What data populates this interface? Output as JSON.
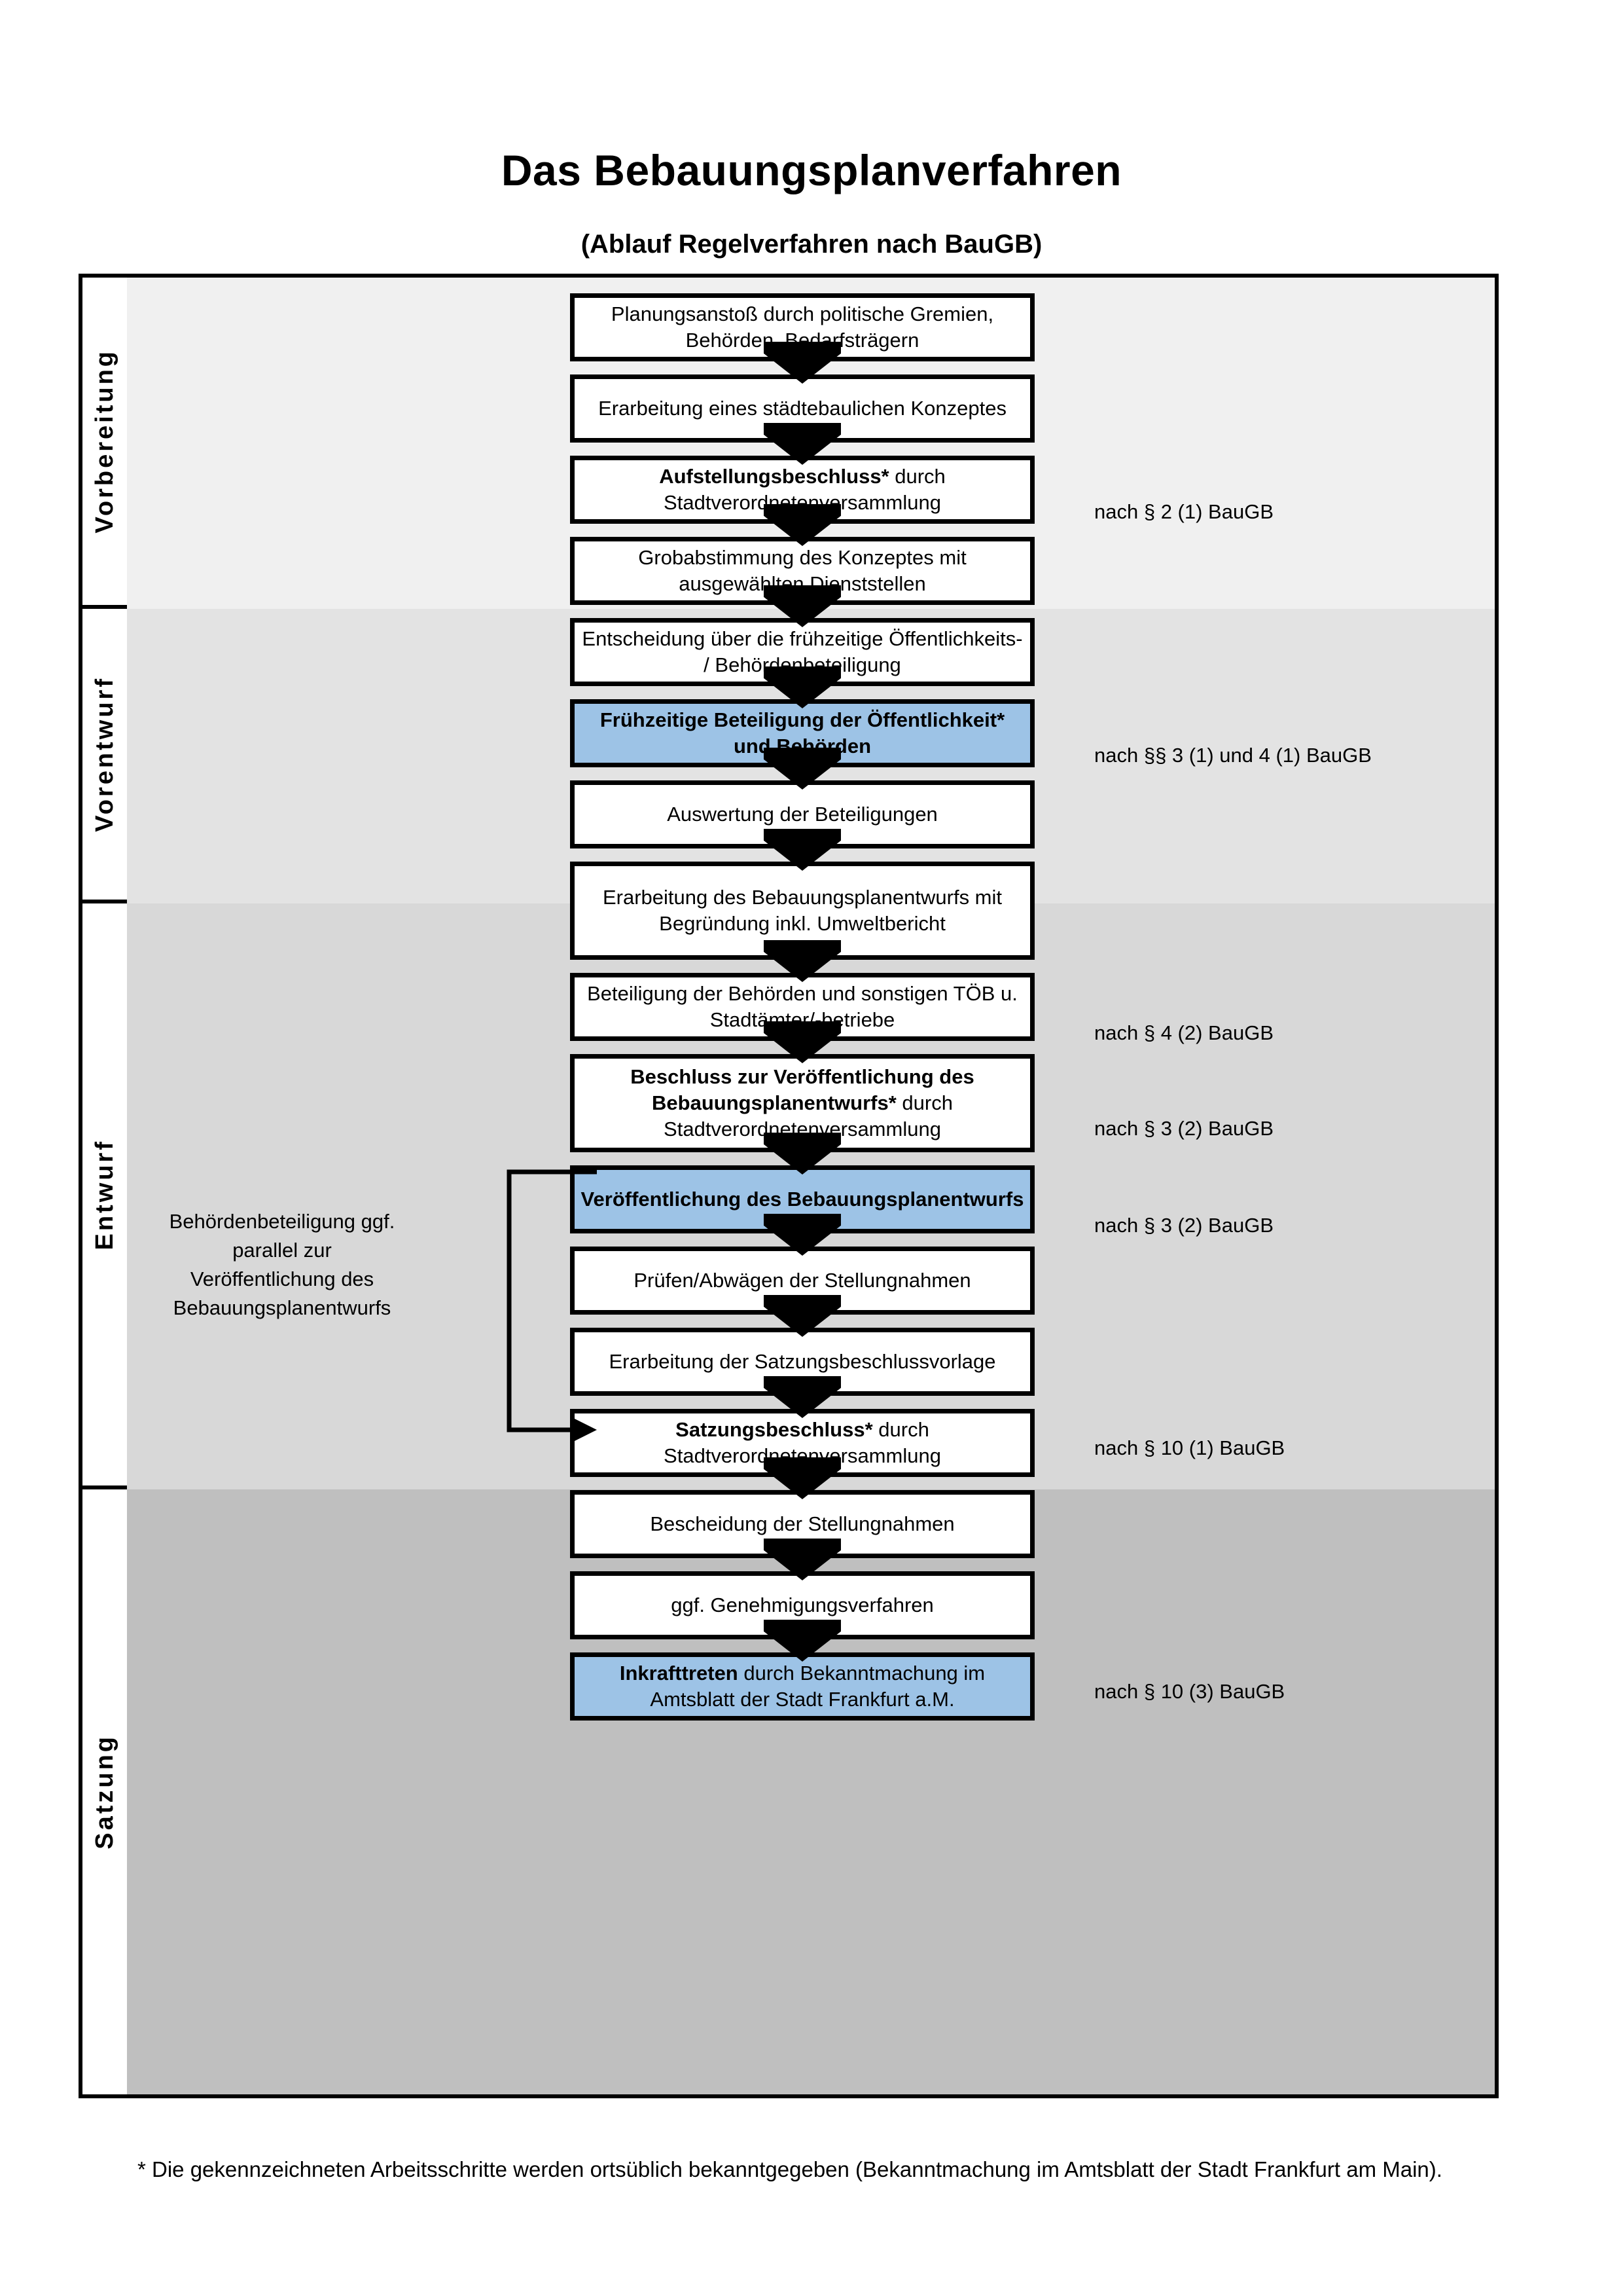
{
  "header": {
    "title": "Das Bebauungsplanverfahren",
    "subtitle": "(Ablauf Regelverfahren nach BauGB)"
  },
  "phases": [
    {
      "name": "Vorbereitung"
    },
    {
      "name": "Vorentwurf"
    },
    {
      "name": "Entwurf"
    },
    {
      "name": "Satzung"
    }
  ],
  "side_note": "Behördenbeteiligung ggf. parallel zur Veröffentlichung des Bebauungsplanentwurfs",
  "steps": [
    {
      "id": "planungsanstoss",
      "phase": "Vorbereitung",
      "bold": "",
      "rest": "Planungsanstoß durch politische Gremien, Behörden, Bedarfsträgern",
      "highlight": false
    },
    {
      "id": "staedtebau-konzept",
      "phase": "Vorbereitung",
      "bold": "",
      "rest": "Erarbeitung eines städtebaulichen Konzeptes",
      "highlight": false
    },
    {
      "id": "aufstellungsbeschluss",
      "phase": "Vorbereitung",
      "bold": "Aufstellungsbeschluss*",
      "rest": " durch Stadtverordnetenversammlung",
      "highlight": false
    },
    {
      "id": "grobabstimmung",
      "phase": "Vorentwurf",
      "bold": "",
      "rest": "Grobabstimmung des Konzeptes mit ausgewählten Dienststellen",
      "highlight": false
    },
    {
      "id": "entscheidung-fruehz",
      "phase": "Vorentwurf",
      "bold": "",
      "rest": "Entscheidung über die frühzeitige Öffentlichkeits- / Behördenbeteiligung",
      "highlight": false
    },
    {
      "id": "fruehz-beteiligung",
      "phase": "Vorentwurf",
      "bold": "Frühzeitige Beteiligung der Öffentlichkeit* und Behörden",
      "rest": "",
      "highlight": true
    },
    {
      "id": "auswertung",
      "phase": "Entwurf",
      "bold": "",
      "rest": "Auswertung der Beteiligungen",
      "highlight": false
    },
    {
      "id": "erarbeitung-entwurf",
      "phase": "Entwurf",
      "bold": "",
      "rest": "Erarbeitung des Bebauungsplanentwurfs mit Begründung inkl. Umweltbericht",
      "highlight": false
    },
    {
      "id": "beteiligung-behoerden",
      "phase": "Entwurf",
      "bold": "",
      "rest": "Beteiligung der Behörden und sonstigen TÖB u. Stadtämter/-betriebe",
      "highlight": false
    },
    {
      "id": "beschluss-veroeff",
      "phase": "Entwurf",
      "bold": "Beschluss zur Veröffentlichung des Bebauungsplanentwurfs*",
      "rest": " durch Stadtverordnetenversammlung",
      "highlight": false
    },
    {
      "id": "veroeffentlichung",
      "phase": "Entwurf",
      "bold": "Veröffentlichung des Bebauungsplanentwurfs",
      "rest": "",
      "highlight": true
    },
    {
      "id": "pruefen-abwaegen",
      "phase": "Satzung",
      "bold": "",
      "rest": "Prüfen/Abwägen der Stellungnahmen",
      "highlight": false
    },
    {
      "id": "satzungsvorlage",
      "phase": "Satzung",
      "bold": "",
      "rest": "Erarbeitung der Satzungsbeschlussvorlage",
      "highlight": false
    },
    {
      "id": "satzungsbeschluss",
      "phase": "Satzung",
      "bold": "Satzungsbeschluss*",
      "rest": " durch Stadtverordnetenversammlung",
      "highlight": false
    },
    {
      "id": "bescheidung",
      "phase": "Satzung",
      "bold": "",
      "rest": "Bescheidung der Stellungnahmen",
      "highlight": false
    },
    {
      "id": "genehmigungsverfahren",
      "phase": "Satzung",
      "bold": "",
      "rest": "ggf. Genehmigungsverfahren",
      "highlight": false
    },
    {
      "id": "inkrafttreten",
      "phase": "Satzung",
      "bold": "Inkrafttreten",
      "rest": " durch Bekanntmachung im Amtsblatt der Stadt Frankfurt a.M.",
      "highlight": true
    }
  ],
  "legal_refs": [
    {
      "for": "aufstellungsbeschluss",
      "text": "nach § 2 (1) BauGB"
    },
    {
      "for": "fruehz-beteiligung",
      "text": "nach §§ 3 (1) und 4 (1) BauGB"
    },
    {
      "for": "beteiligung-behoerden",
      "text": "nach § 4 (2) BauGB"
    },
    {
      "for": "beschluss-veroeff",
      "text": "nach § 3 (2) BauGB"
    },
    {
      "for": "veroeffentlichung",
      "text": "nach § 3 (2) BauGB"
    },
    {
      "for": "satzungsbeschluss",
      "text": "nach § 10 (1) BauGB"
    },
    {
      "for": "inkrafttreten",
      "text": "nach § 10 (3) BauGB"
    }
  ],
  "footnote": "* Die gekennzeichneten Arbeitsschritte werden ortsüblich bekanntgegeben (Bekanntmachung im Amtsblatt  der Stadt Frankfurt am Main).",
  "colors": {
    "highlight_blue": "#9DC3E6",
    "band_vorbereitung": "#F0F0F0",
    "band_vorentwurf": "#E3E3E3",
    "band_entwurf": "#D8D8D8",
    "band_satzung": "#BFBFBF",
    "outline": "#000000"
  }
}
